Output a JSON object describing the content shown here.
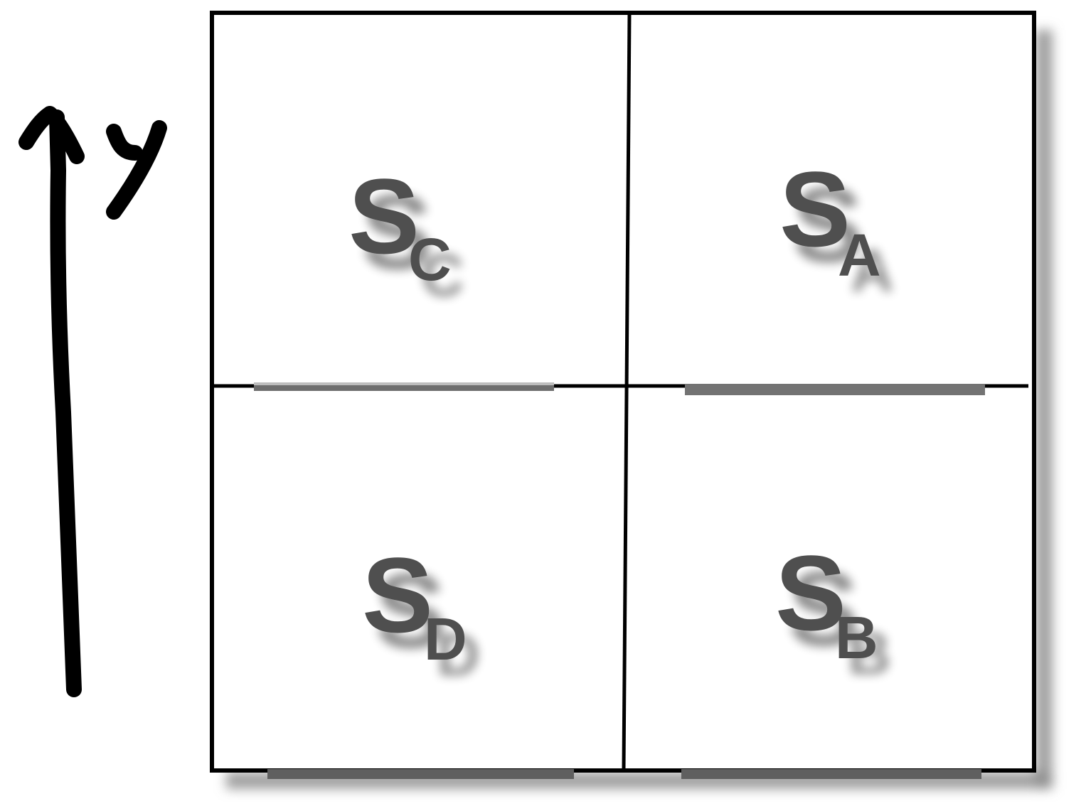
{
  "axis": {
    "label": "y"
  },
  "cells": [
    {
      "id": "top-left",
      "main": "S",
      "subscript": "C"
    },
    {
      "id": "top-right",
      "main": "S",
      "subscript": "A"
    },
    {
      "id": "bottom-left",
      "main": "S",
      "subscript": "D"
    },
    {
      "id": "bottom-right",
      "main": "S",
      "subscript": "B"
    }
  ],
  "colors": {
    "stroke": "#000000",
    "label": "#505050",
    "boundary_bar": "#6a6a6a",
    "shadow": "#9a9a9a"
  }
}
